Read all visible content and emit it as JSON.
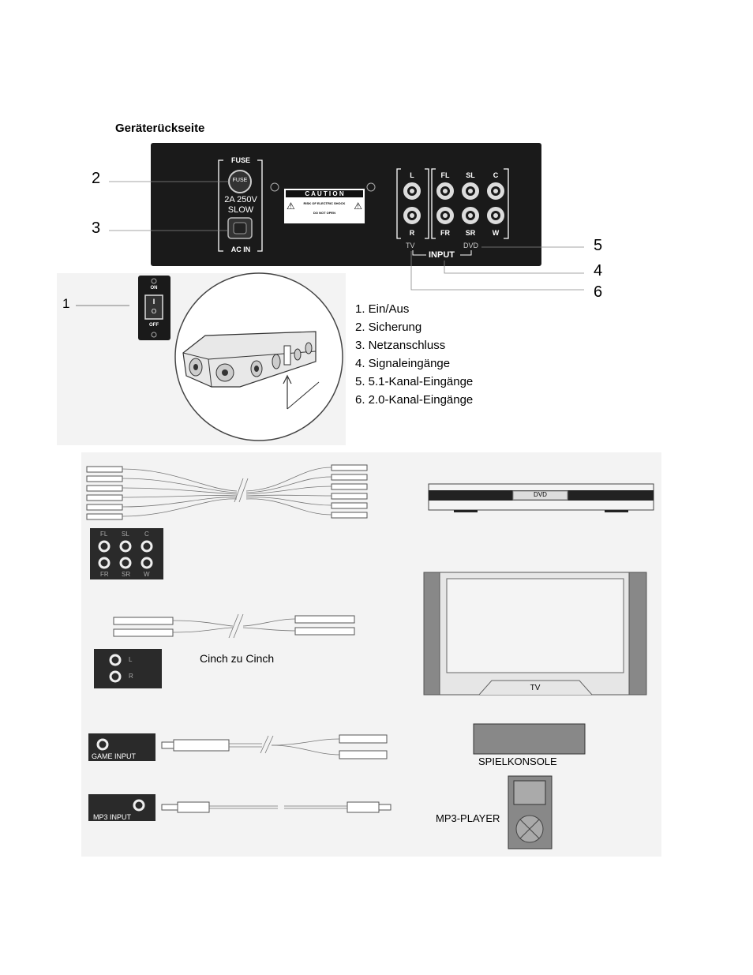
{
  "heading": "Geräterückseite",
  "callouts": [
    "2",
    "3",
    "1",
    "5",
    "4",
    "6"
  ],
  "panel": {
    "fuse_label": "FUSE",
    "fuse_inner": "FUSE",
    "fuse_rating": "2A 250V",
    "fuse_slow": "SLOW",
    "ac_in": "AC IN",
    "caution_title": "C A U T I O N",
    "caution_line1": "RISK OF ELECTRIC SHOCK",
    "caution_line2": "DO NOT OPEN",
    "ch_L": "L",
    "ch_R": "R",
    "ch_FL": "FL",
    "ch_SL": "SL",
    "ch_C": "C",
    "ch_FR": "FR",
    "ch_SR": "SR",
    "ch_W": "W",
    "tv": "TV",
    "dvd": "DVD",
    "input": "INPUT"
  },
  "switch": {
    "on": "ON",
    "off": "OFF",
    "i": "I",
    "o": "O"
  },
  "legend": [
    "1. Ein/Aus",
    "2. Sicherung",
    "3. Netzanschluss",
    "4. Signaleingänge",
    "5. 5.1-Kanal-Eingänge",
    "6. 2.0-Kanal-Eingänge"
  ],
  "lower": {
    "mini51": {
      "FL": "FL",
      "SL": "SL",
      "C": "C",
      "FR": "FR",
      "SR": "SR",
      "W": "W"
    },
    "mini20": {
      "L": "L",
      "R": "R"
    },
    "cinch": "Cinch zu Cinch",
    "dvd": "DVD",
    "tv": "TV",
    "game_input": "GAME INPUT",
    "mp3_input": "MP3 INPUT",
    "spielkonsole": "SPIELKONSOLE",
    "mp3_player": "MP3-PLAYER"
  }
}
